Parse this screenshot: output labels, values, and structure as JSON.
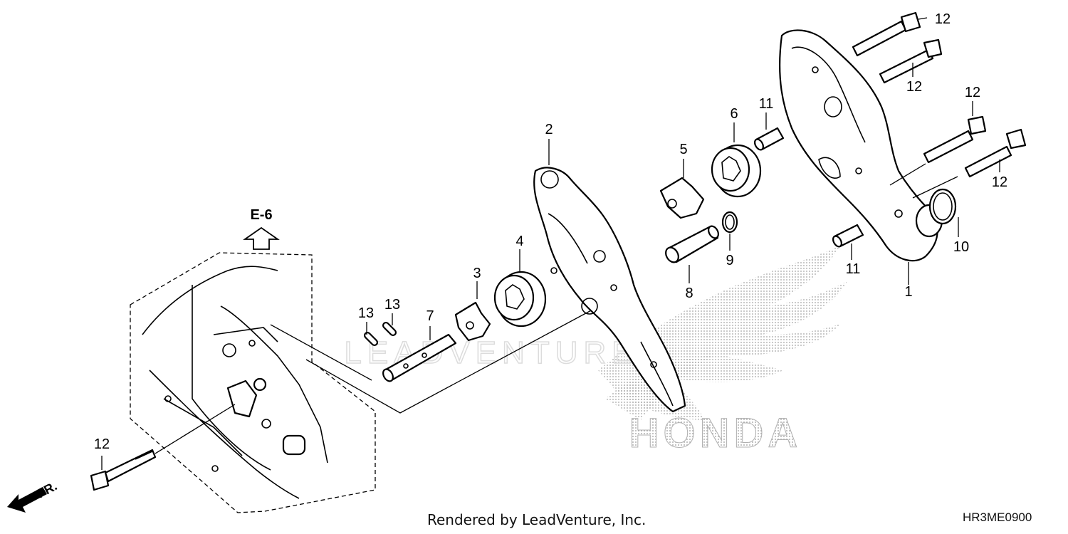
{
  "diagram": {
    "callouts": {
      "c1": "1",
      "c2": "2",
      "c3": "3",
      "c4": "4",
      "c5": "5",
      "c6": "6",
      "c7": "7",
      "c8": "8",
      "c9": "9",
      "c10": "10",
      "c11a": "11",
      "c11b": "11",
      "c12a": "12",
      "c12b": "12",
      "c12c": "12",
      "c12d": "12",
      "c12e": "12",
      "c13a": "13",
      "c13b": "13"
    },
    "reference": "E-6",
    "front_arrow": "FR.",
    "watermark_brand": "HONDA",
    "watermark_dealer": "LEADVENTURE"
  },
  "footer": {
    "credit": "Rendered by LeadVenture, Inc.",
    "diagram_code": "HR3ME0900"
  }
}
